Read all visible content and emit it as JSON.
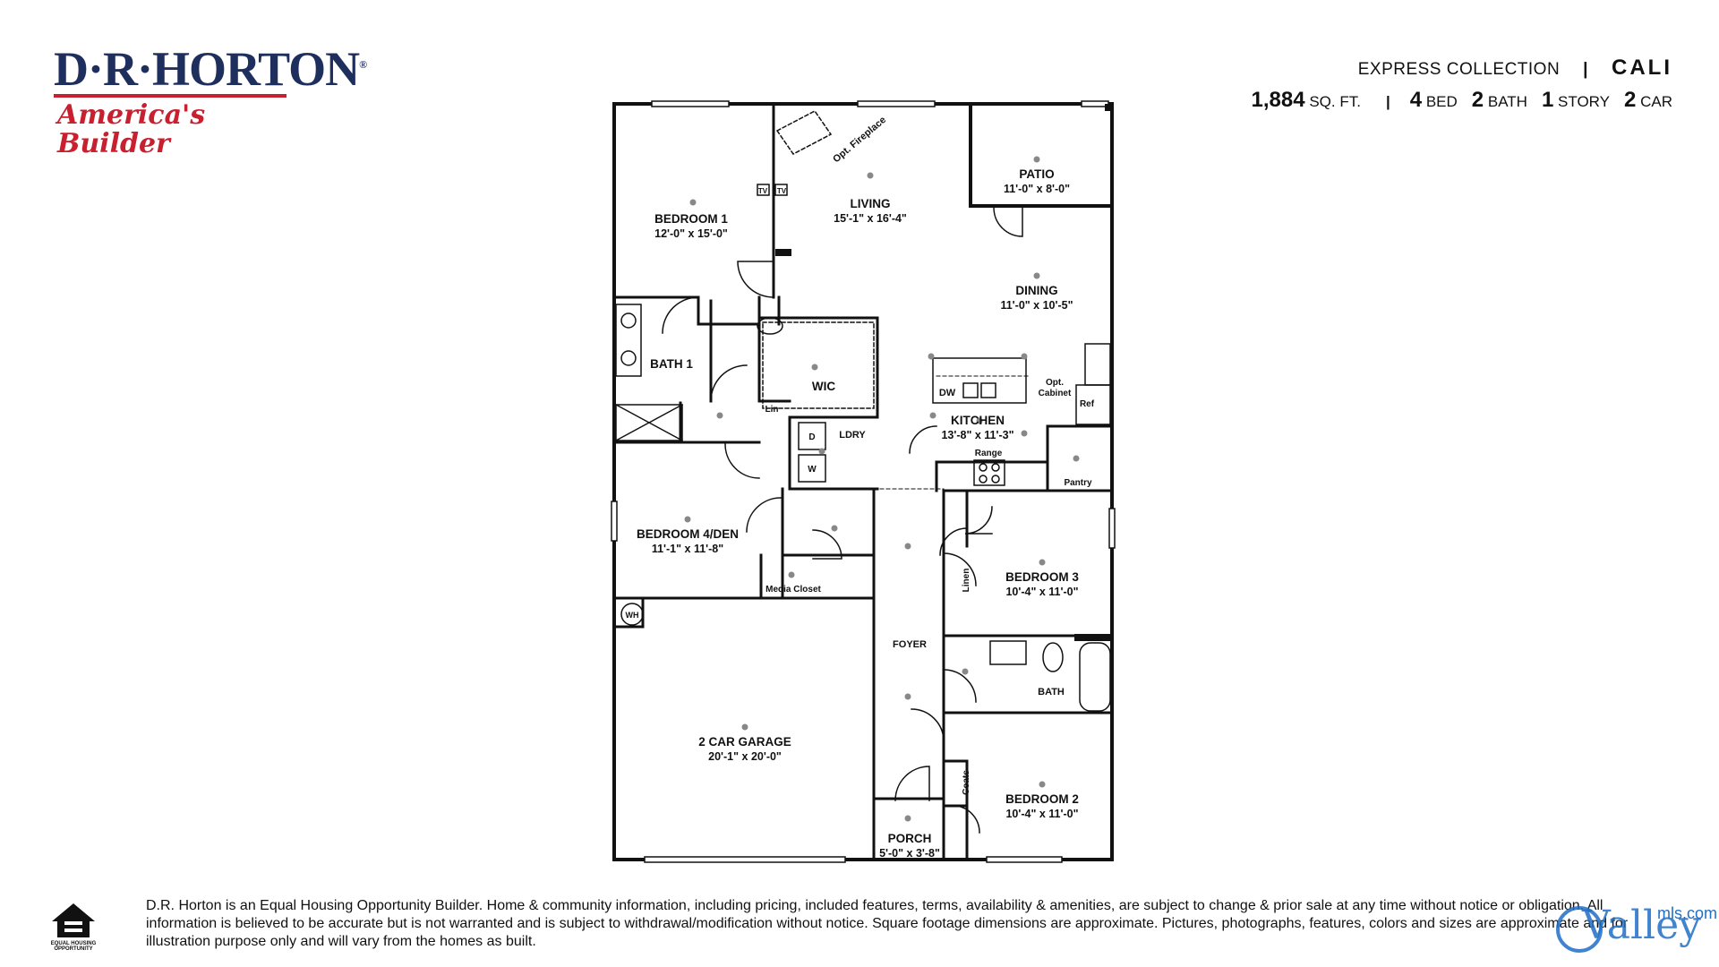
{
  "brand": {
    "name": "D·R·HORTON",
    "trademark": "®",
    "tagline": "America's Builder",
    "name_color": "#1e2f5e",
    "tagline_color": "#c8202f"
  },
  "header": {
    "collection": "EXPRESS COLLECTION",
    "separator": "|",
    "plan_name": "CALI",
    "sqft_value": "1,884",
    "sqft_unit": "SQ. FT.",
    "beds_value": "4",
    "beds_unit": "BED",
    "baths_value": "2",
    "baths_unit": "BATH",
    "stories_value": "1",
    "stories_unit": "STORY",
    "garage_value": "2",
    "garage_unit": "CAR"
  },
  "rooms": {
    "bedroom1": {
      "name": "BEDROOM 1",
      "dim": "12'-0\" x 15'-0\""
    },
    "living": {
      "name": "LIVING",
      "dim": "15'-1\" x 16'-4\""
    },
    "patio": {
      "name": "PATIO",
      "dim": "11'-0\" x 8'-0\""
    },
    "dining": {
      "name": "DINING",
      "dim": "11'-0\" x 10'-5\""
    },
    "bath1": {
      "name": "BATH 1"
    },
    "wic": {
      "name": "WIC"
    },
    "kitchen": {
      "name": "KITCHEN",
      "dim": "13'-8\" x 11'-3\""
    },
    "ldry": {
      "name": "LDRY"
    },
    "bedroom4": {
      "name": "BEDROOM 4/DEN",
      "dim": "11'-1\" x 11'-8\""
    },
    "bedroom3": {
      "name": "BEDROOM 3",
      "dim": "10'-4\" x 11'-0\""
    },
    "foyer": {
      "name": "FOYER"
    },
    "bath": {
      "name": "BATH"
    },
    "garage": {
      "name": "2 CAR GARAGE",
      "dim": "20'-1\" x 20'-0\""
    },
    "bedroom2": {
      "name": "BEDROOM 2",
      "dim": "10'-4\" x 11'-0\""
    },
    "porch": {
      "name": "PORCH",
      "dim": "5'-0\" x 3'-8\""
    }
  },
  "fixtures": {
    "fireplace": "Opt. Fireplace",
    "tv": "TV",
    "dw": "DW",
    "opt_cabinet_1": "Opt.",
    "opt_cabinet_2": "Cabinet",
    "ref": "Ref",
    "range": "Range",
    "pantry": "Pantry",
    "lin": "Lin",
    "dryer": "D",
    "washer": "W",
    "media_closet": "Media Closet",
    "linen": "Linen",
    "wh": "WH",
    "coats": "Coats"
  },
  "footer": {
    "eho_line1": "EQUAL HOUSING",
    "eho_line2": "OPPORTUNITY",
    "disclaimer": "D.R. Horton is an Equal Housing Opportunity Builder. Home & community information, including pricing, included features, terms, availability & amenities, are subject to change & prior sale at any time without notice or obligation. All information is believed to be accurate but is not warranted and is subject to withdrawal/modification without notice. Square footage dimensions are approximate. Pictures, photographs, features, colors and sizes are approximate and for illustration purpose only and will vary from the homes as built.",
    "watermark_brand": "Valley",
    "watermark_site": "mls.com",
    "watermark_color": "#1f6fc8"
  }
}
